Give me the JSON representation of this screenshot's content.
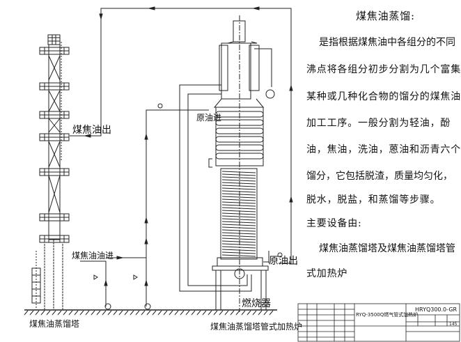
{
  "description_panel": {
    "title": "煤焦油蒸馏:",
    "lines": [
      "是指根据煤焦油中各组分的不同",
      "沸点将各组分初步分割为几个富集",
      "某种或几种化合物的馏分的煤焦油",
      "加工工序。一般分割为轻油，酚",
      "油，焦油，洗油，蒽油和沥青六个",
      "馏分，它包括脱渣，质量均匀化，",
      "脱水，脱盐，和蒸馏等步骤。",
      "主要设备由:",
      "煤焦油蒸馏塔及煤焦油蒸馏塔管",
      "式加热炉"
    ]
  },
  "diagram_labels": {
    "tar_out": "煤焦油出",
    "tar_in": "煤焦油油进",
    "crude_in": "原油进",
    "crude_out": "原油出",
    "burner": "燃烧器",
    "tower_name": "煤焦油蒸馏塔",
    "heater_name": "煤焦油蒸馏塔管式加热炉"
  },
  "title_block": {
    "product": "RYQ-3500Q燃气管式加热炉",
    "drawing_no": "HRYQ300.0-GR",
    "scale": "145"
  }
}
